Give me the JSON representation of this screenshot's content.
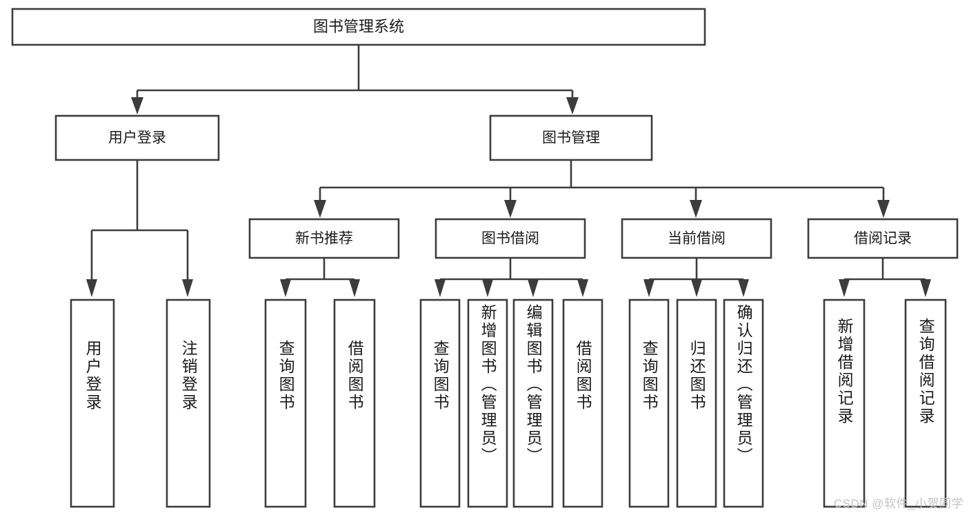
{
  "diagram": {
    "title": "图书管理系统",
    "type": "hierarchy-tree",
    "watermark": "CSDN @软件_小贺同学",
    "colors": {
      "stroke": "#3c3c3c",
      "box_fill": "#ffffff",
      "text": "#1a1a1a",
      "background": "#ffffff",
      "watermark": "#c2c2c2"
    },
    "root": {
      "label": "图书管理系统"
    },
    "level2": [
      {
        "label": "用户登录"
      },
      {
        "label": "图书管理"
      }
    ],
    "level3": [
      {
        "label": "新书推荐"
      },
      {
        "label": "图书借阅"
      },
      {
        "label": "当前借阅"
      },
      {
        "label": "借阅记录"
      }
    ],
    "leaves": {
      "user_login": [
        {
          "label": "用户登录"
        },
        {
          "label": "注销登录"
        }
      ],
      "new_book": [
        {
          "label": "查询图书"
        },
        {
          "label": "借阅图书"
        }
      ],
      "book_borrow": [
        {
          "label": "查询图书"
        },
        {
          "label": "新增图书（管理员）"
        },
        {
          "label": "编辑图书（管理员）"
        },
        {
          "label": "借阅图书"
        }
      ],
      "current_borrow": [
        {
          "label": "查询图书"
        },
        {
          "label": "归还图书"
        },
        {
          "label": "确认归还（管理员）"
        }
      ],
      "borrow_record": [
        {
          "label": "新增借阅记录"
        },
        {
          "label": "查询借阅记录"
        }
      ]
    }
  }
}
